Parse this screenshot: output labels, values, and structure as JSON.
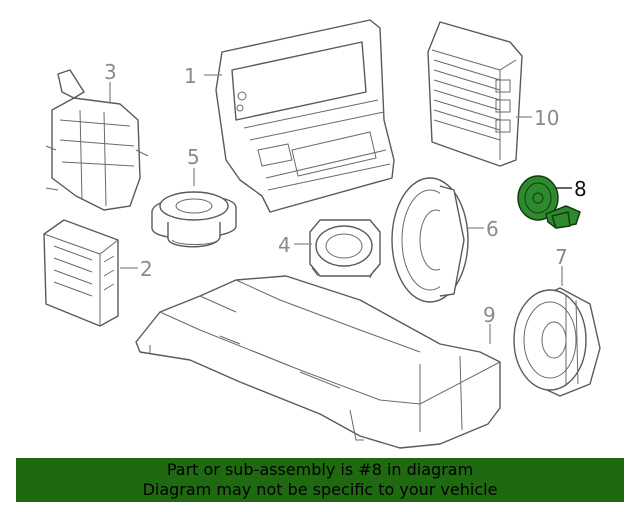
{
  "callouts": {
    "c1": "1",
    "c2": "2",
    "c3": "3",
    "c4": "4",
    "c5": "5",
    "c6": "6",
    "c7": "7",
    "c8": "8",
    "c9": "9",
    "c10": "10"
  },
  "highlight_part": "8",
  "highlight_color": "#2f8a2f",
  "banner": {
    "line1": "Part or sub-assembly is #8 in diagram",
    "line2": "Diagram may not be specific to your vehicle",
    "background": "#1f6a10"
  }
}
